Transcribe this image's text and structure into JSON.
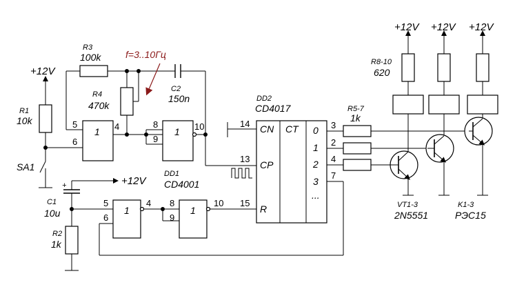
{
  "supply": "+12V",
  "annotation": {
    "text": "f=3..10Гц",
    "color": "#8b1a1a"
  },
  "resistors": {
    "r1": {
      "ref": "R1",
      "value": "10k"
    },
    "r2": {
      "ref": "R2",
      "value": "1k"
    },
    "r3": {
      "ref": "R3",
      "value": "100k"
    },
    "r4": {
      "ref": "R4",
      "value": "470k"
    },
    "r5_7": {
      "ref": "R5-7",
      "value": "1k"
    },
    "r8_10": {
      "ref": "R8-10",
      "value": "620"
    }
  },
  "capacitors": {
    "c1": {
      "ref": "C1",
      "value": "10u",
      "polarity": "+"
    },
    "c2": {
      "ref": "C2",
      "value": "150n"
    }
  },
  "switch": {
    "ref": "SA1"
  },
  "dd1": {
    "ref": "DD1",
    "part": "CD4001",
    "gate_symbol": "1",
    "pins": [
      "5",
      "6",
      "4",
      "8",
      "9",
      "10",
      "5",
      "6",
      "4",
      "8",
      "9",
      "10"
    ]
  },
  "dd2": {
    "ref": "DD2",
    "part": "CD4017",
    "inputs": [
      "CN",
      "CP",
      "R"
    ],
    "center": "CT",
    "outputs": [
      "0",
      "1",
      "2",
      "3",
      "..."
    ],
    "in_pins": [
      "14",
      "13",
      "15"
    ],
    "out_pins": [
      "3",
      "2",
      "4",
      "7"
    ]
  },
  "transistors": {
    "ref": "VT1-3",
    "part": "2N5551"
  },
  "relays": {
    "ref": "K1-3",
    "part": "РЭС15"
  }
}
